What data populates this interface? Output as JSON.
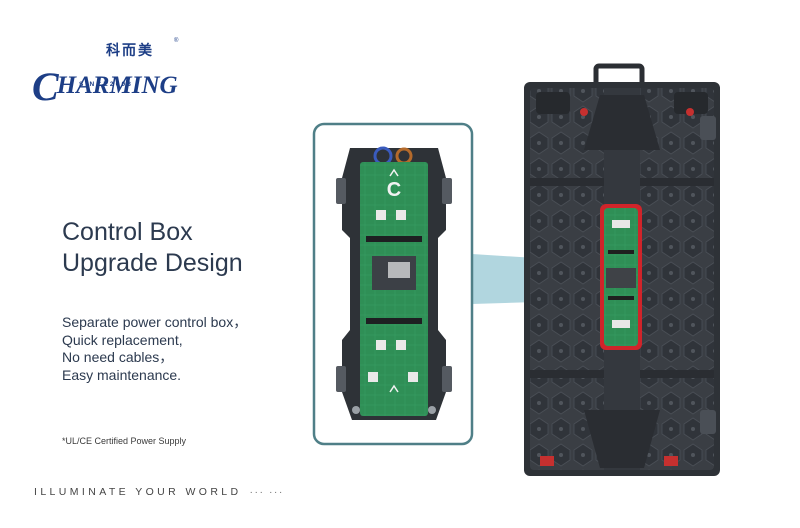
{
  "brand": {
    "chinese_name": "科而美",
    "registered": "®",
    "initial": "C",
    "rest": "HARMING",
    "since": "SINCE2003"
  },
  "headline": {
    "line1": "Control Box",
    "line2": "Upgrade Design"
  },
  "features": [
    "Separate power control box，",
    "Quick replacement,",
    "No need cables，",
    "Easy maintenance."
  ],
  "certification_note": "*UL/CE Certified Power Supply",
  "tagline": "ILLUMINATE YOUR WORLD",
  "tagline_dots": "··· ···",
  "colors": {
    "brand_blue": "#1d3e86",
    "headline_text": "#2c3a4f",
    "frame_border": "#4f7f87",
    "callout_beam": "#a9d1dc",
    "pcb_green": "#2f8f56",
    "highlight_red": "#d0242a",
    "cabinet_dark": "#3b3f45"
  }
}
